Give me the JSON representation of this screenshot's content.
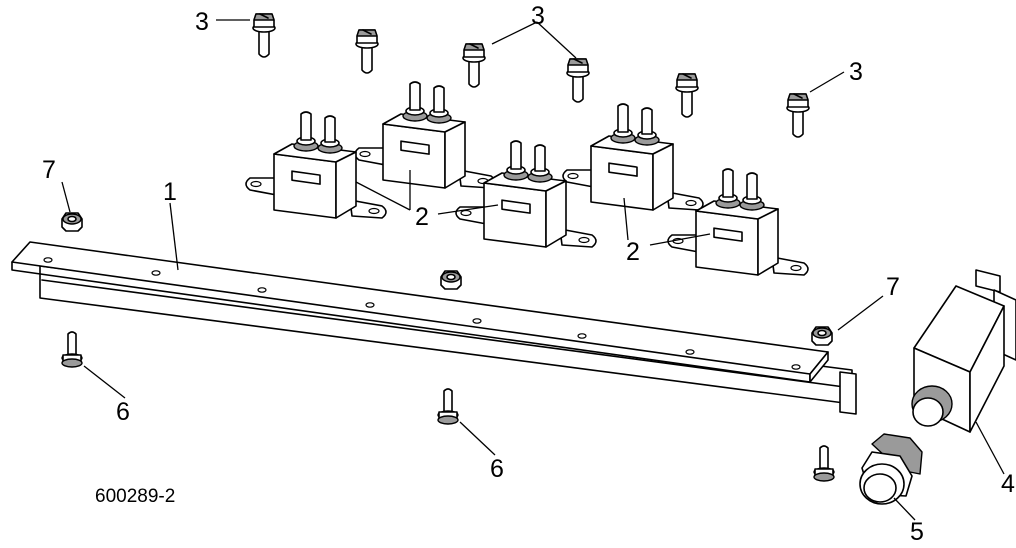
{
  "figure": {
    "part_number": "600289-2",
    "callouts": {
      "c1": "1",
      "c2a": "2",
      "c2b": "2",
      "c2c": "2",
      "c3a": "3",
      "c3b": "3",
      "c3c": "3",
      "c4": "4",
      "c5": "5",
      "c6a": "6",
      "c6b": "6",
      "c7a": "7",
      "c7b": "7"
    }
  }
}
